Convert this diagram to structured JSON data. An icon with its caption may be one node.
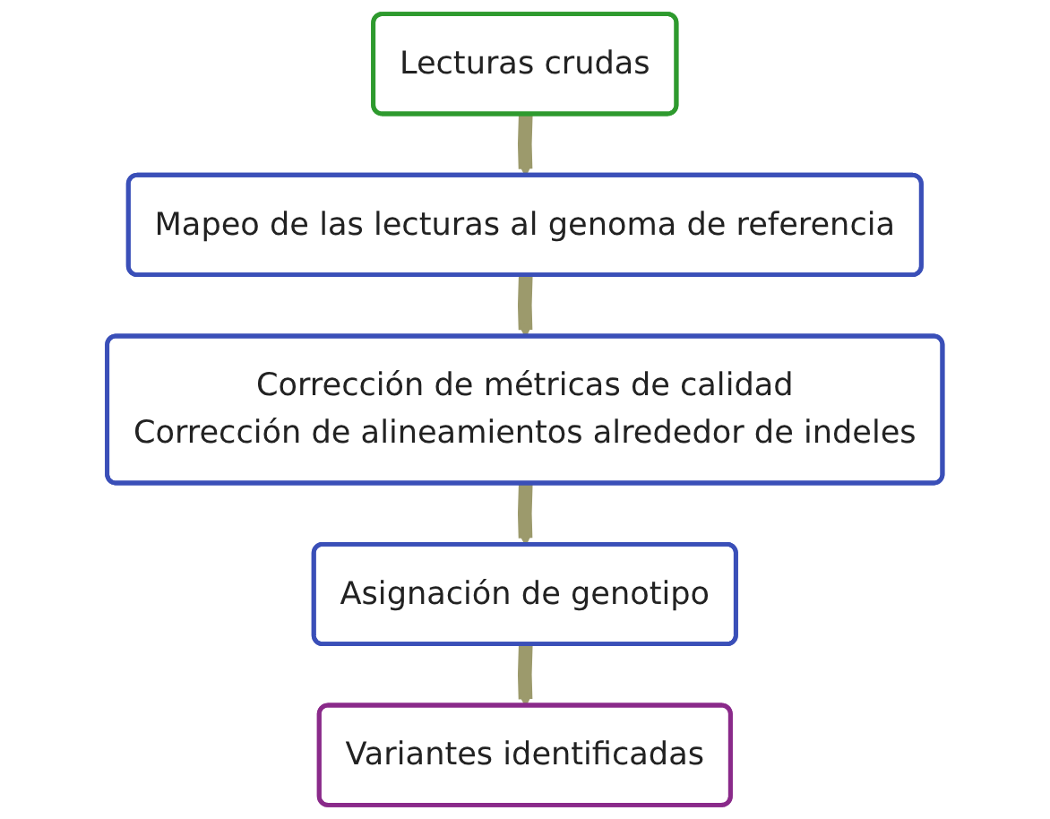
{
  "diagram": {
    "nodes": [
      {
        "text": [
          "Lecturas crudas"
        ]
      },
      {
        "text": [
          "Mapeo de las lecturas al genoma de referencia"
        ]
      },
      {
        "text": [
          "Corrección de métricas de calidad",
          "Corrección de alineamientos alrededor de indeles"
        ]
      },
      {
        "text": [
          "Asignación de genotipo"
        ]
      },
      {
        "text": [
          "Variantes identificadas"
        ]
      }
    ],
    "edges": [
      {
        "from": 0,
        "to": 1,
        "arrow": "to"
      },
      {
        "from": 1,
        "to": 2,
        "arrow": "to"
      },
      {
        "from": 2,
        "to": 3,
        "arrow": "to"
      },
      {
        "from": 3,
        "to": 4,
        "arrow": "to"
      }
    ]
  }
}
